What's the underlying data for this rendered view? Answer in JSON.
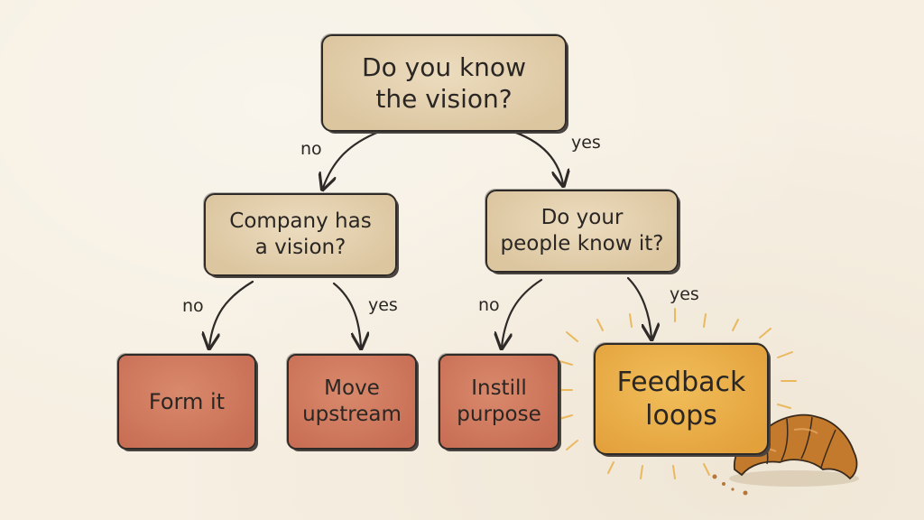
{
  "nodes": {
    "root": {
      "lines": [
        "Do you know",
        "the vision?"
      ]
    },
    "company": {
      "lines": [
        "Company has",
        "a vision?"
      ]
    },
    "people": {
      "lines": [
        "Do your",
        "people know it?"
      ]
    },
    "form": {
      "lines": [
        "Form it"
      ]
    },
    "move": {
      "lines": [
        "Move",
        "upstream"
      ]
    },
    "instill": {
      "lines": [
        "Instill",
        "purpose"
      ]
    },
    "feedback": {
      "lines": [
        "Feedback",
        "loops"
      ]
    }
  },
  "edges": {
    "root_no": "no",
    "root_yes": "yes",
    "company_no": "no",
    "company_yes": "yes",
    "people_no": "no",
    "people_yes": "yes"
  },
  "colors": {
    "question_fill": "#dcc6a0",
    "leaf_fill": "#c86e55",
    "highlight_fill": "#e3a13c",
    "ink": "#2e2a27",
    "paper": "#f6efe2",
    "croissant": "#c47a2c"
  },
  "decorations": [
    "croissant-icon",
    "sparkle-rays"
  ]
}
